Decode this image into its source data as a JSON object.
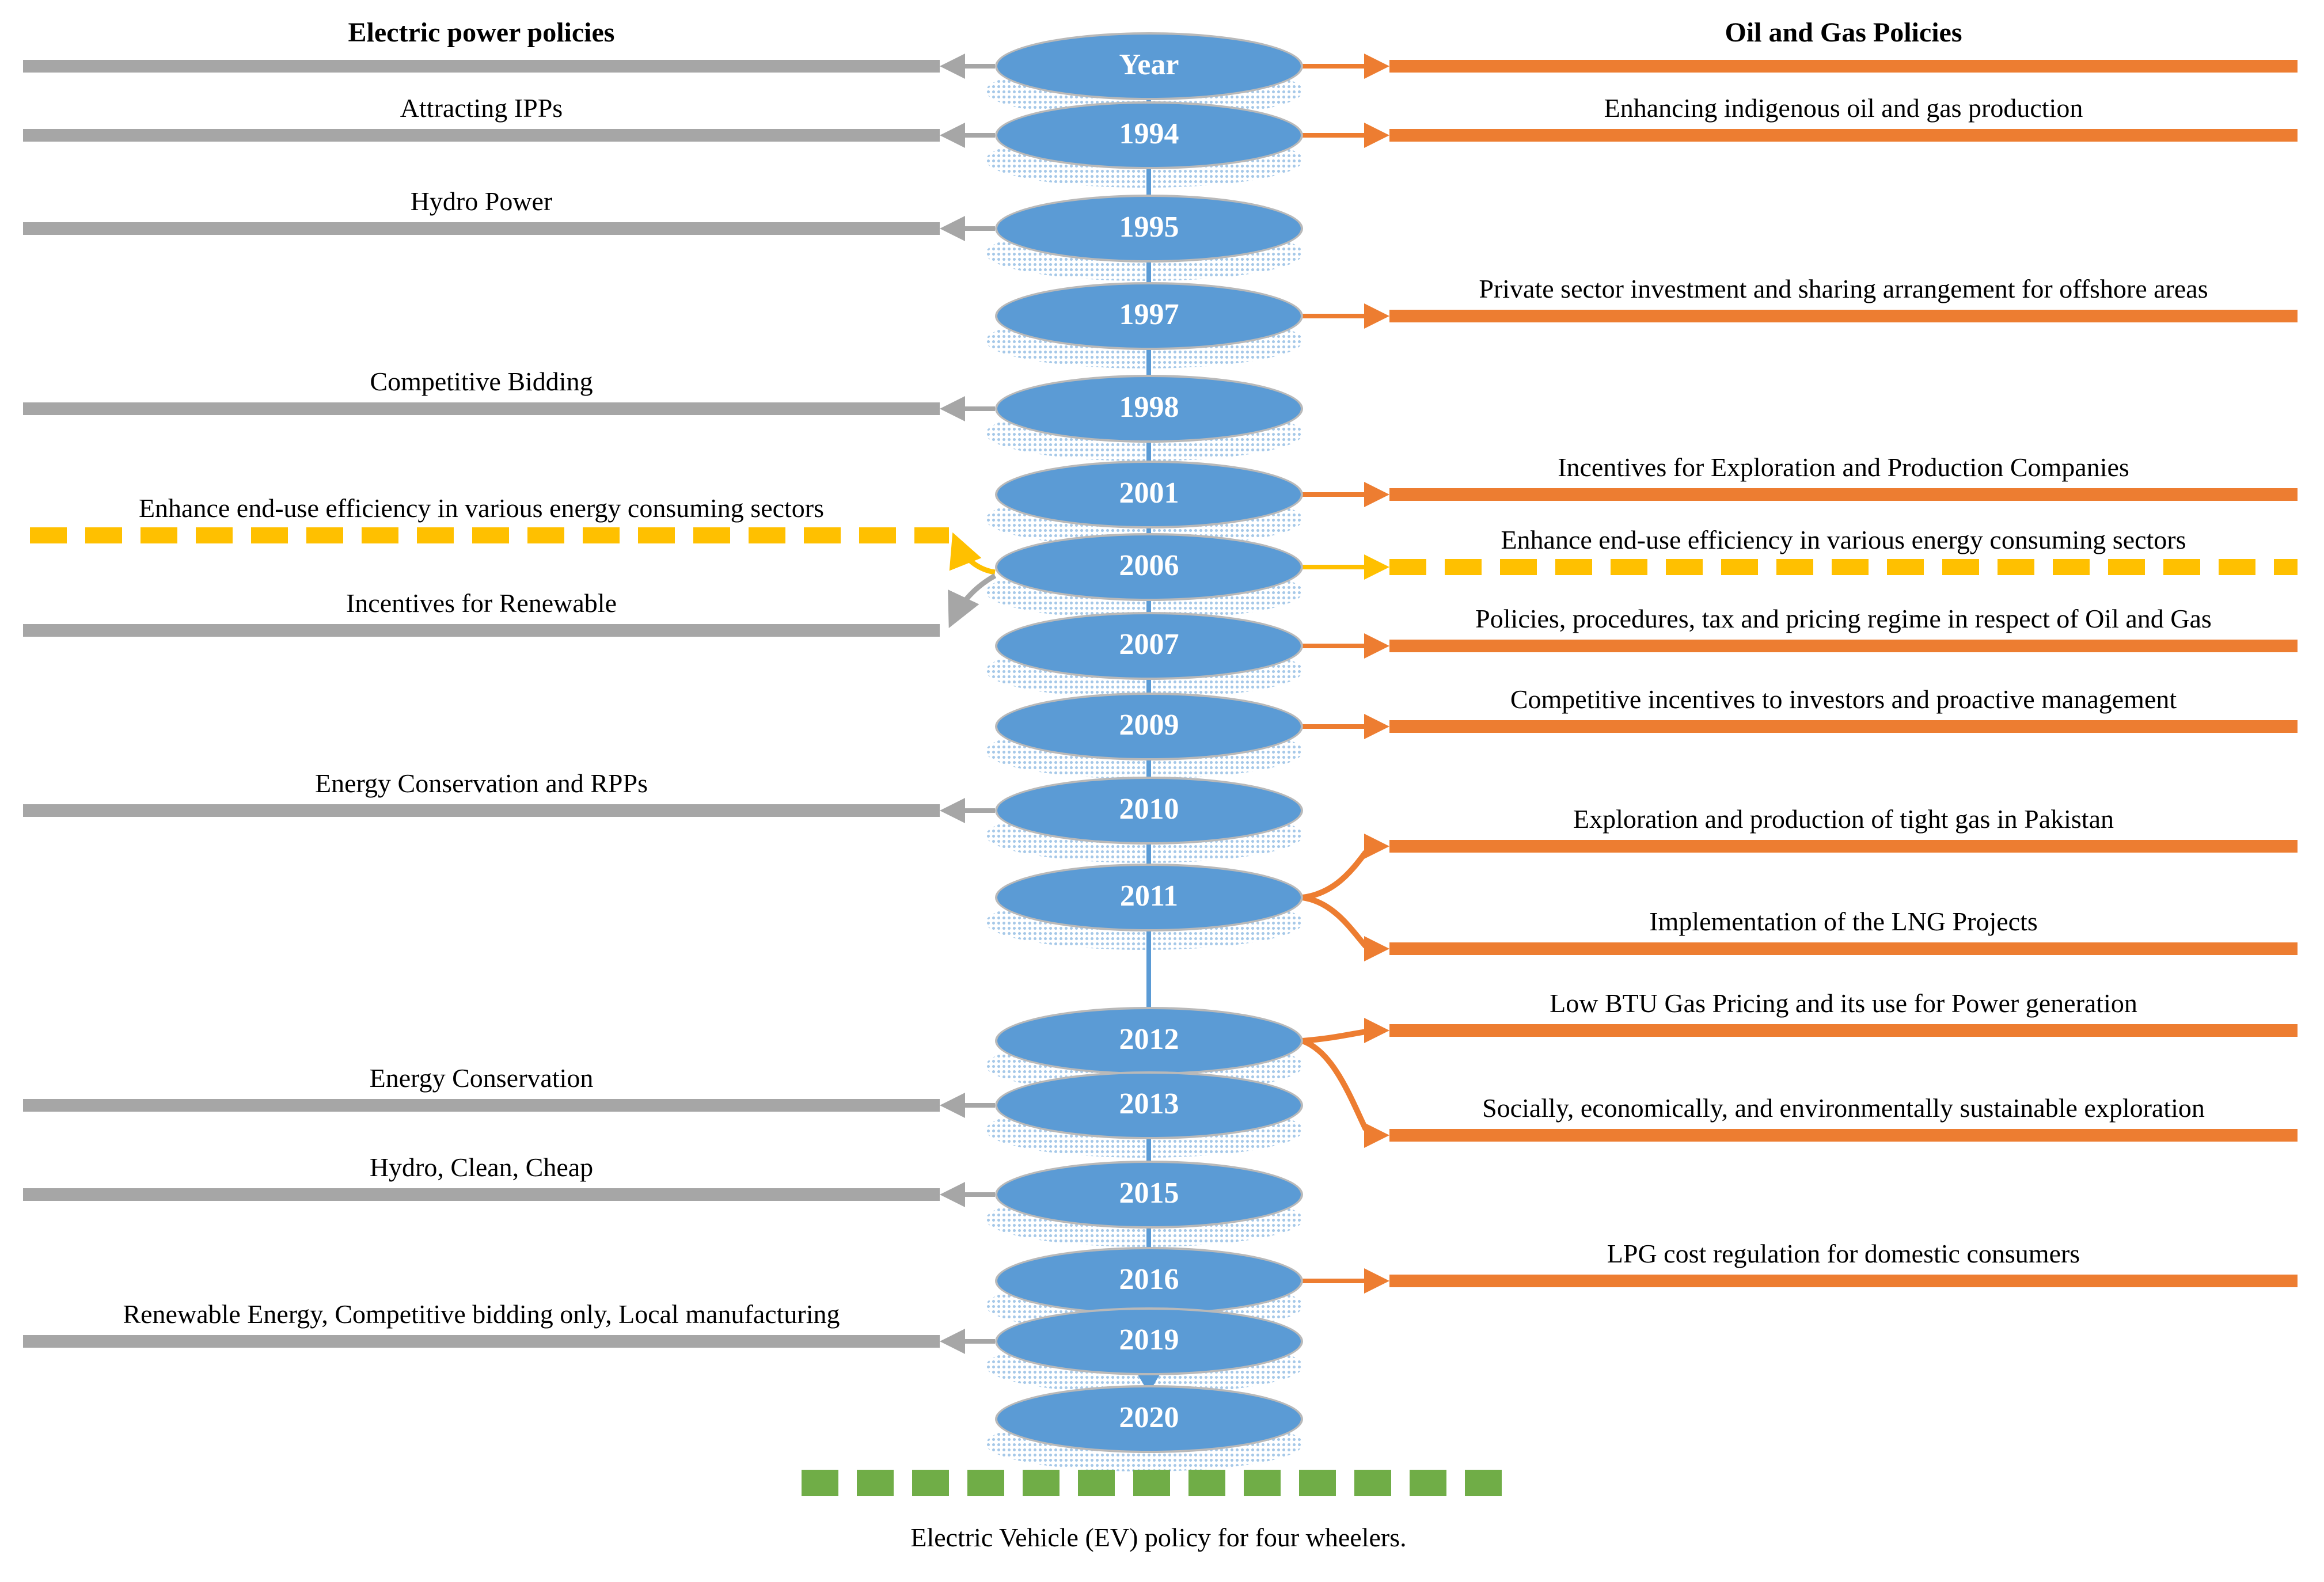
{
  "diagram": {
    "left_header": "Electric power policies",
    "right_header": "Oil and Gas Policies",
    "years": [
      "Year",
      "1994",
      "1995",
      "1997",
      "1998",
      "2001",
      "2006",
      "2007",
      "2009",
      "2010",
      "2011",
      "2012",
      "2013",
      "2015",
      "2016",
      "2019",
      "2020"
    ],
    "left_policies": [
      {
        "year": "1994",
        "label": "Attracting IPPs",
        "style": "solid-gray"
      },
      {
        "year": "1995",
        "label": "Hydro Power",
        "style": "solid-gray"
      },
      {
        "year": "1998",
        "label": "Competitive Bidding",
        "style": "solid-gray"
      },
      {
        "year": "2006",
        "label": "Enhance end-use efficiency in various energy consuming sectors",
        "style": "yellow-dashed"
      },
      {
        "year": "2007",
        "label": "Incentives for Renewable",
        "style": "solid-gray"
      },
      {
        "year": "2010",
        "label": "Energy Conservation and RPPs",
        "style": "solid-gray"
      },
      {
        "year": "2013",
        "label": "Energy Conservation",
        "style": "solid-gray"
      },
      {
        "year": "2015",
        "label": "Hydro, Clean, Cheap",
        "style": "solid-gray"
      },
      {
        "year": "2019",
        "label": "Renewable Energy, Competitive bidding only, Local manufacturing",
        "style": "solid-gray"
      }
    ],
    "right_policies": [
      {
        "year": "1994",
        "label": "Enhancing indigenous oil and gas production",
        "style": "solid-orange"
      },
      {
        "year": "1997",
        "label": "Private sector investment and sharing arrangement for offshore areas",
        "style": "solid-orange"
      },
      {
        "year": "2001",
        "label": "Incentives for Exploration and Production Companies",
        "style": "solid-orange"
      },
      {
        "year": "2006",
        "label": "Enhance end-use efficiency in various energy consuming sectors",
        "style": "yellow-dashed"
      },
      {
        "year": "2007",
        "label": "Policies, procedures, tax and pricing regime in respect of Oil and Gas",
        "style": "solid-orange"
      },
      {
        "year": "2009",
        "label": "Competitive incentives to investors and proactive management",
        "style": "solid-orange"
      },
      {
        "year": "2011",
        "label": "Exploration and production of tight gas in Pakistan",
        "style": "solid-orange-branch"
      },
      {
        "year": "2011",
        "label": "Implementation of the LNG Projects",
        "style": "solid-orange-branch"
      },
      {
        "year": "2012",
        "label": "Low BTU Gas Pricing and its use for Power generation",
        "style": "solid-orange-branch"
      },
      {
        "year": "2012",
        "label": "Socially, economically, and environmentally sustainable exploration",
        "style": "solid-orange-branch"
      },
      {
        "year": "2016",
        "label": "LPG cost regulation for domestic consumers",
        "style": "solid-orange"
      }
    ],
    "bottom_policy": {
      "year": "2020",
      "label": "Electric Vehicle (EV) policy for four wheelers.",
      "style": "green-dashed"
    },
    "colors": {
      "timeline_blue": "#5B9BD5",
      "electric_gray": "#A6A6A6",
      "oil_gas_orange": "#ED7D31",
      "efficiency_yellow": "#FFC000",
      "ev_green": "#70AD47"
    }
  }
}
